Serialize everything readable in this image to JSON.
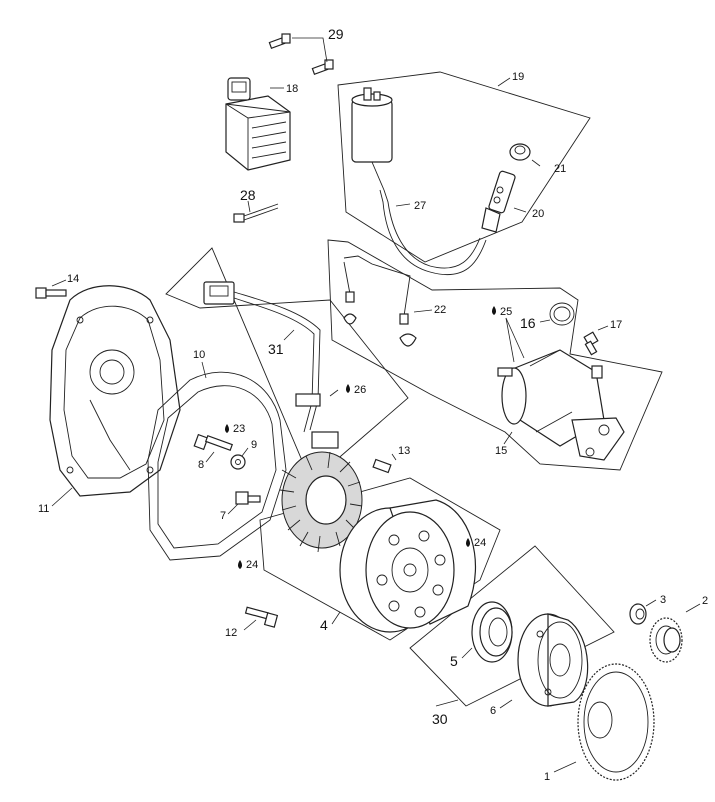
{
  "diagram": {
    "labels": {
      "p1": "1",
      "p2": "2",
      "p3": "3",
      "p4": "4",
      "p5": "5",
      "p6": "6",
      "p7": "7",
      "p8": "8",
      "p9": "9",
      "p10": "10",
      "p11": "11",
      "p12": "12",
      "p13": "13",
      "p14": "14",
      "p15": "15",
      "p16": "16",
      "p17": "17",
      "p18": "18",
      "p19": "19",
      "p20": "20",
      "p21": "21",
      "p22": "22",
      "p23": "23",
      "p24a": "24",
      "p24b": "24",
      "p25": "25",
      "p26": "26",
      "p27": "27",
      "p28": "28",
      "p29": "29",
      "p30": "30",
      "p31": "31"
    },
    "icons": {
      "loctite": "drop-icon"
    }
  }
}
